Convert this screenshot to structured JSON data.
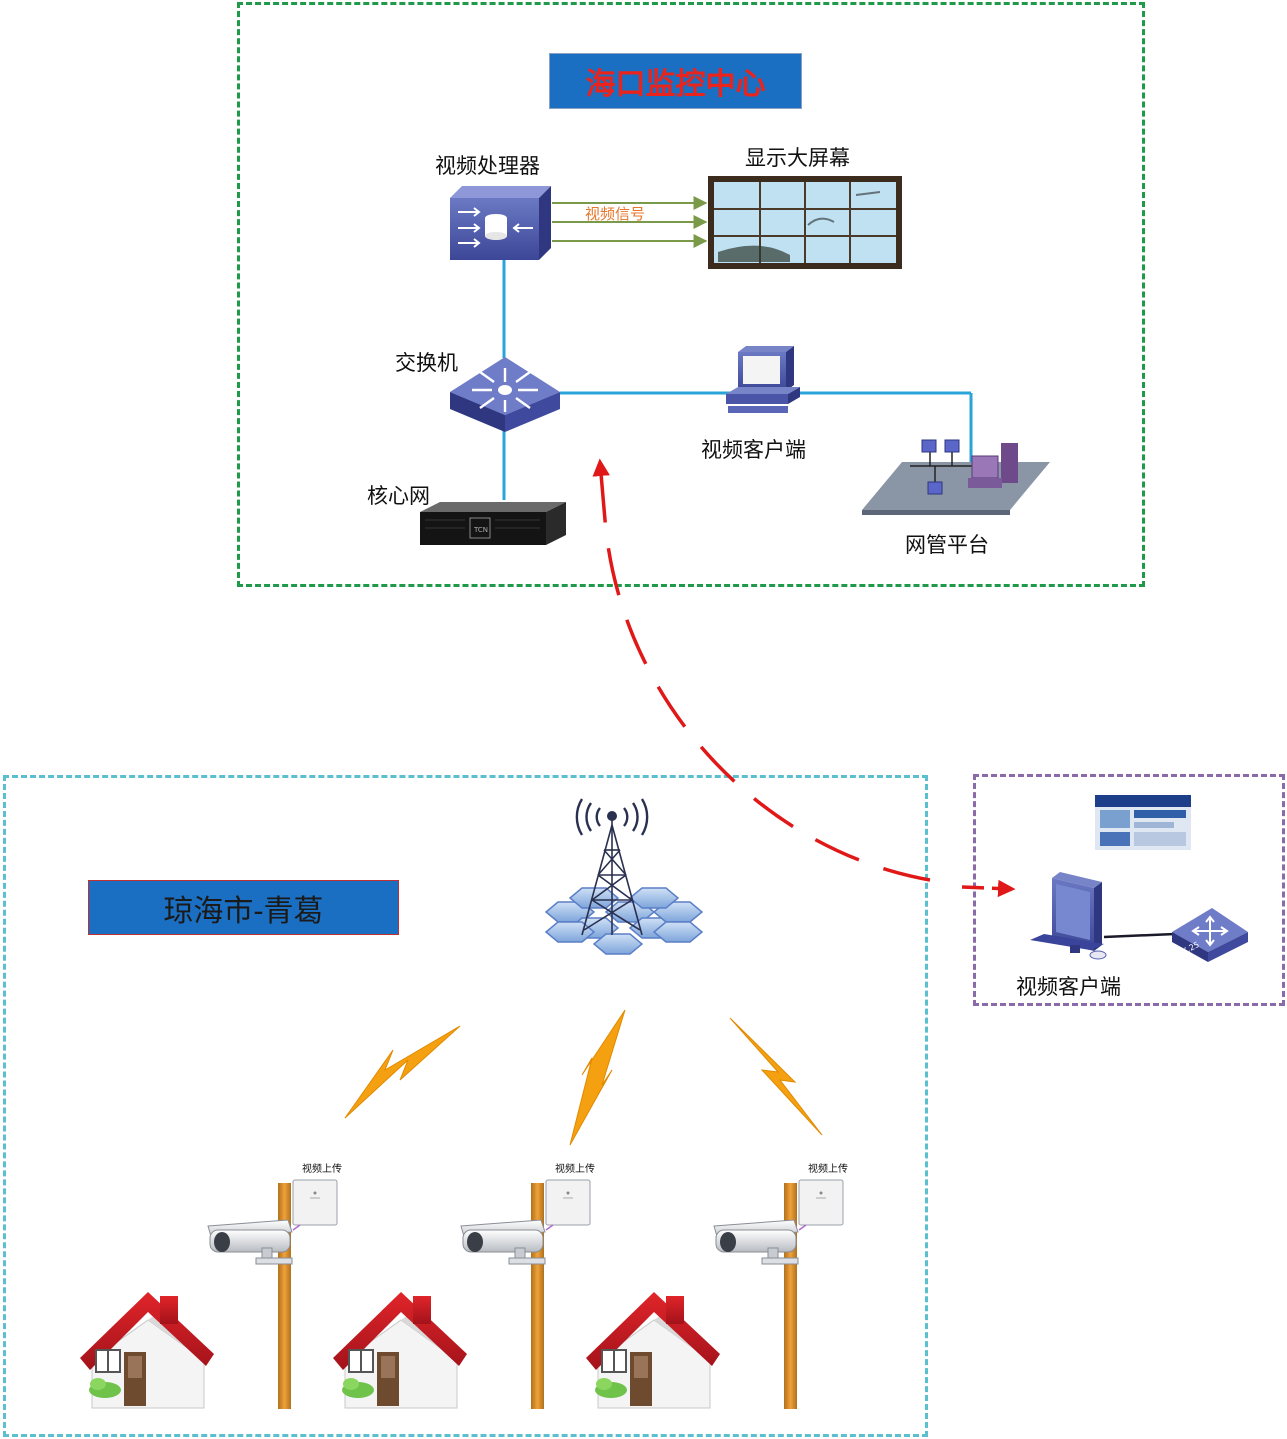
{
  "center": {
    "title": "海口监控中心",
    "video_processor": "视频处理器",
    "display_wall": "显示大屏幕",
    "video_signal": "视频信号",
    "switch": "交换机",
    "video_client": "视频客户端",
    "core_network": "核心网",
    "nms_platform": "网管平台"
  },
  "field": {
    "title": "琼海市-青葛",
    "upload_labels": [
      "视频上传",
      "视频上传",
      "视频上传"
    ]
  },
  "remote": {
    "video_client": "视频客户端",
    "device_tag": "X.25"
  },
  "colors": {
    "center_border": "#1f9a4a",
    "field_border": "#5bbfcf",
    "remote_border": "#8a6aa8",
    "title_bg": "#1a6fc2",
    "center_title_text": "#e8241c",
    "field_title_text": "#1a1a1a",
    "link_line": "#29a3d8",
    "signal_arrow": "#7a9a4a",
    "dashed_arrow": "#e01818",
    "lightning": "#f5a010"
  }
}
